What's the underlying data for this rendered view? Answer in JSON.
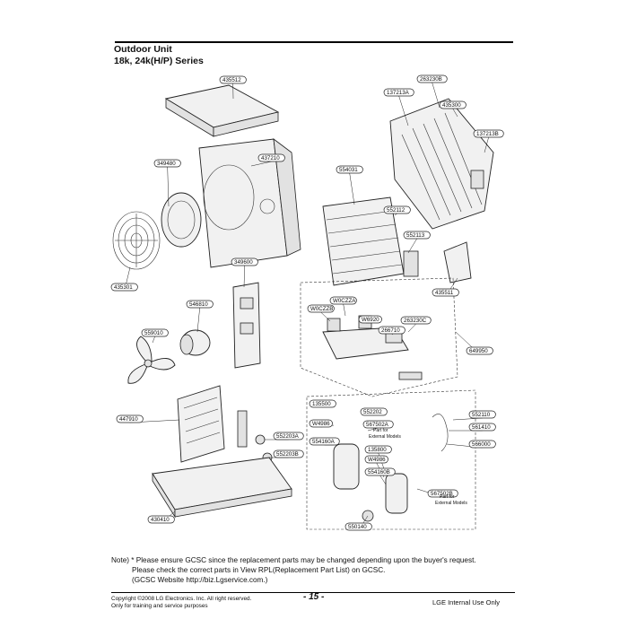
{
  "header": {
    "title_line1": "Outdoor Unit",
    "title_line2": "18k, 24k(H/P) Series"
  },
  "part_labels": [
    "435512",
    "263230B",
    "137213A",
    "435300",
    "137213B",
    "349480",
    "437210",
    "554031",
    "552112",
    "552113",
    "435301",
    "349600",
    "435511",
    "W0CZZA",
    "W0CZZB",
    "W6920",
    "263230C",
    "266710",
    "546810",
    "559010",
    "649950",
    "135500",
    "552202",
    "552110",
    "W4986",
    "567502A",
    "561410",
    "554160A",
    "566000",
    "447910",
    "552203A",
    "135800",
    "552203B",
    "554160B",
    "567502B",
    "430410",
    "550140"
  ],
  "annotations": {
    "part_for": "Part for",
    "external_models": "External Models"
  },
  "notes": {
    "line1": "Note) * Please ensure GCSC since the replacement parts may be changed depending upon the buyer's request.",
    "line2": "Please check  the correct parts in View RPL(Replacement Part List) on GCSC.",
    "line3": "(GCSC Website  http://biz.Lgservice.com.)"
  },
  "footer": {
    "copyright": "Copyright ©2008 LG Electronics. Inc. All right reserved.",
    "usage": "Only for training and service purposes",
    "page_number": "- 15 -",
    "internal": "LGE Internal Use Only"
  }
}
